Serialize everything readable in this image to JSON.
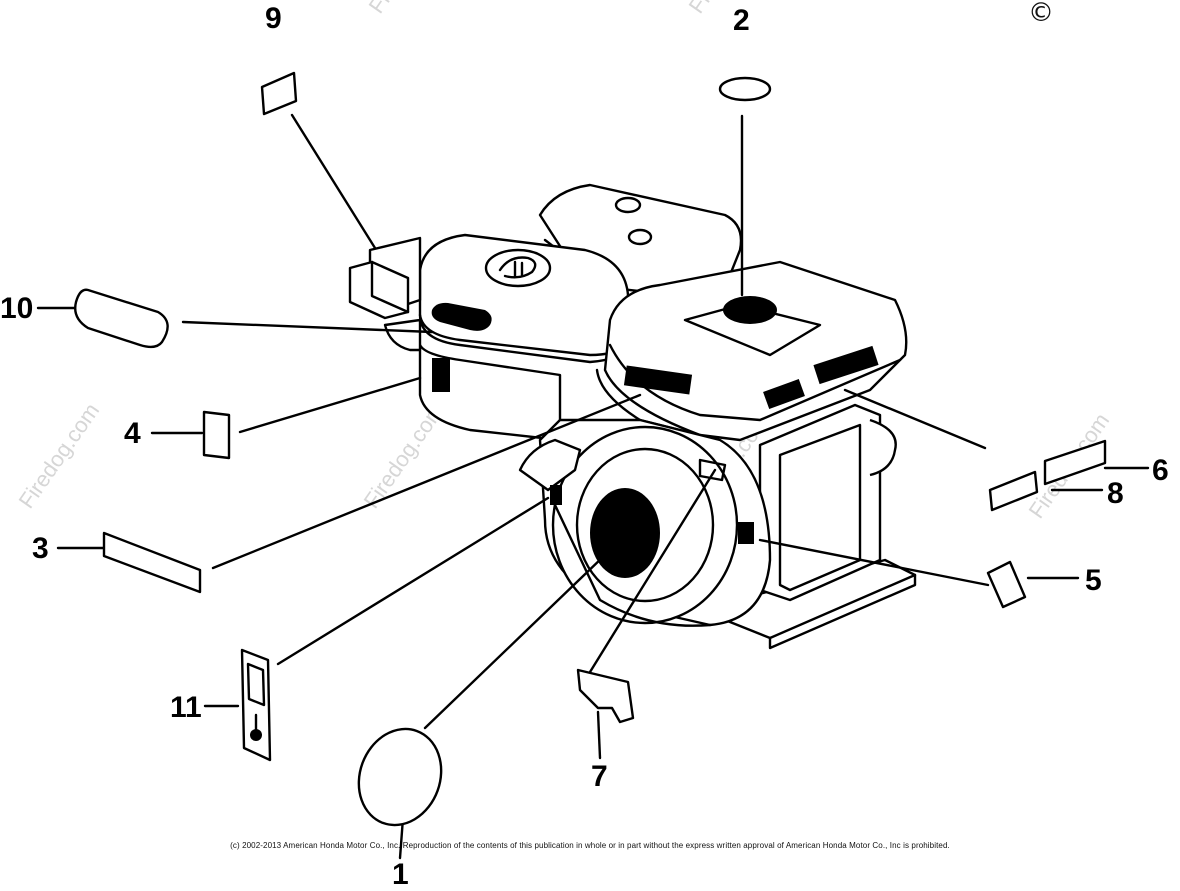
{
  "diagram": {
    "callouts": [
      "1",
      "2",
      "3",
      "4",
      "5",
      "6",
      "7",
      "8",
      "9",
      "10",
      "11"
    ],
    "watermark": "Firedog.com",
    "copyright_mark": "©",
    "copyright_text": "(c) 2002-2013 American Honda Motor Co., Inc. Reproduction of the contents of this publication in whole or in part without the express written approval of American Honda Motor Co., Inc is prohibited."
  },
  "colors": {
    "ink": "#000000",
    "paper": "#ffffff",
    "watermark": "#d6d6d6"
  }
}
